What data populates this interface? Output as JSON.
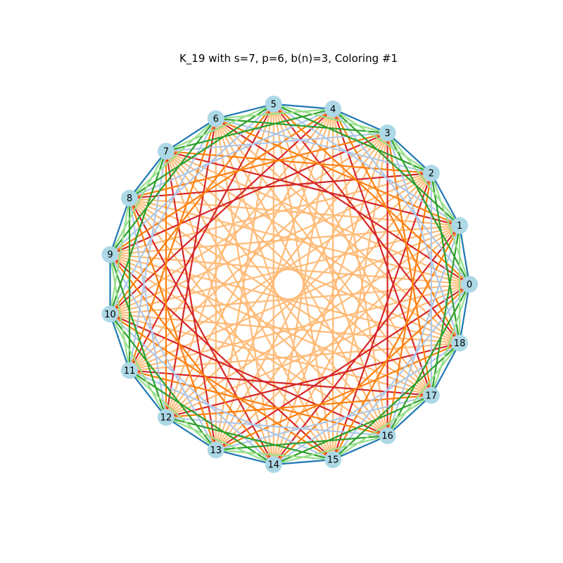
{
  "title": "K_19 with s=7, p=6, b(n)=3, Coloring #1",
  "graph": {
    "node_count": 19,
    "node_labels": [
      "0",
      "1",
      "2",
      "3",
      "4",
      "5",
      "6",
      "7",
      "8",
      "9",
      "10",
      "11",
      "12",
      "13",
      "14",
      "15",
      "16",
      "17",
      "18"
    ],
    "node_color": "#add8e6",
    "edge_colors_by_distance": {
      "1": "#1f77b4",
      "2": "#98df8a",
      "3": "#2ca02c",
      "4": "#aec7e8",
      "5": "#ff7f0e",
      "6": "#d62728",
      "7": "#ffbb78",
      "8": "#ffbb78",
      "9": "#ffbb78"
    }
  }
}
